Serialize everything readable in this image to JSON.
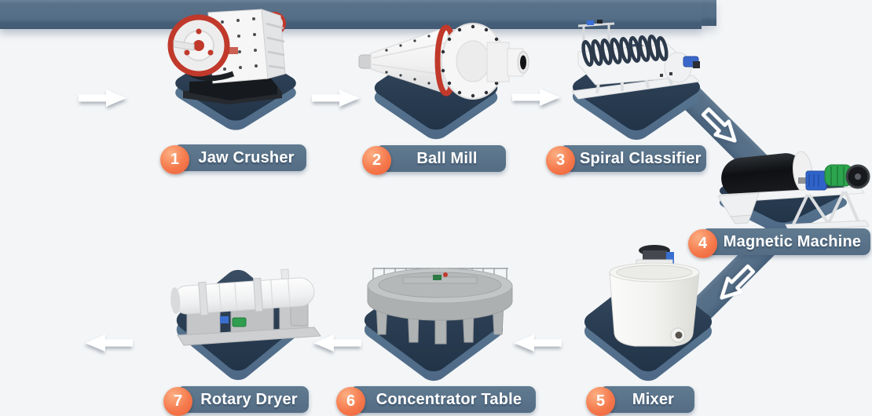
{
  "page": {
    "background": "#f3f5f7",
    "type_note": "mineral processing production line flow diagram"
  },
  "colors": {
    "ribbon": "#546e87",
    "ribbon_dark_edge": "#435a73",
    "platform_dark": "#2a3d52",
    "platform_light": "#54718d",
    "label_pill": "#5a7289",
    "number_circle": "#f5794c",
    "label_text": "#ffffff",
    "arrow": "#ffffff"
  },
  "stations": [
    {
      "number": "1",
      "label": "Jaw Crusher"
    },
    {
      "number": "2",
      "label": "Ball Mill"
    },
    {
      "number": "3",
      "label": "Spiral Classifier"
    },
    {
      "number": "4",
      "label": "Magnetic Machine"
    },
    {
      "number": "5",
      "label": "Mixer"
    },
    {
      "number": "6",
      "label": "Concentrator Table"
    },
    {
      "number": "7",
      "label": "Rotary Dryer"
    }
  ]
}
